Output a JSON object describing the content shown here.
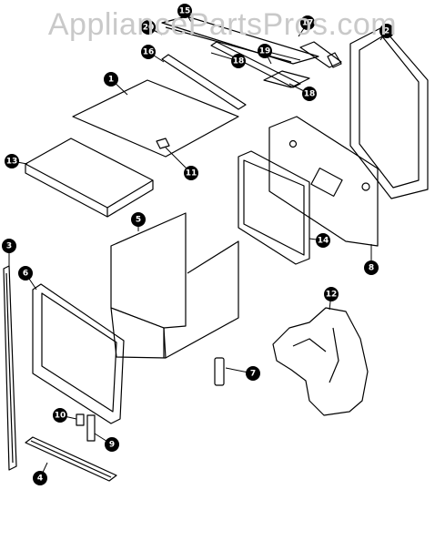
{
  "watermark": "AppliancePartsPros.com",
  "callouts": [
    "1",
    "2",
    "3",
    "4",
    "5",
    "6",
    "7",
    "8",
    "9",
    "10",
    "11",
    "12",
    "13",
    "14",
    "15",
    "16",
    "17",
    "18",
    "18",
    "19",
    "20"
  ]
}
